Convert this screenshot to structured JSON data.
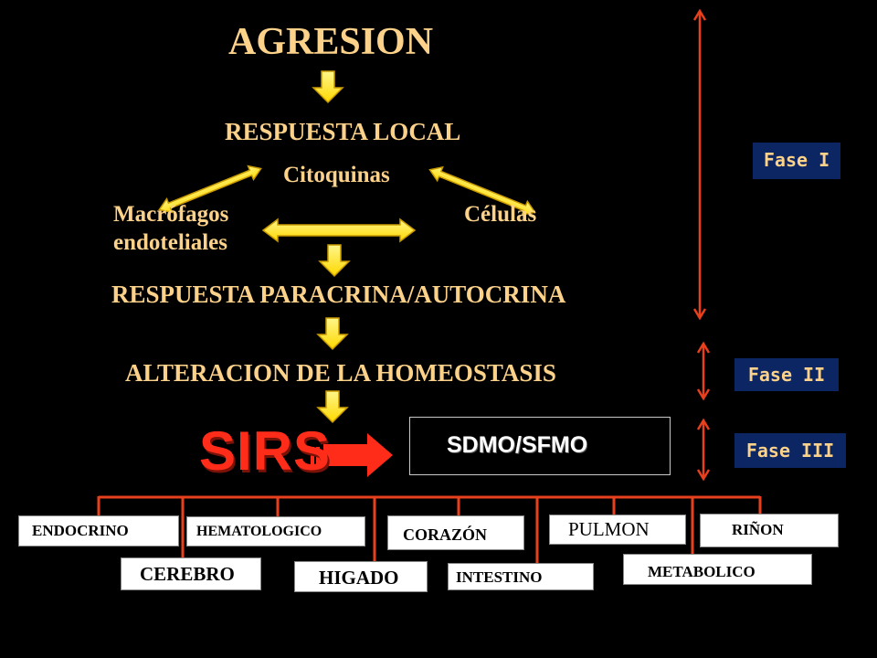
{
  "flow": {
    "agresion": "AGRESION",
    "respuesta_local": "RESPUESTA LOCAL",
    "citoquinas": "Citoquinas",
    "macrofagos": "Macrófagos",
    "celulas": "Células",
    "endoteliales": "endoteliales",
    "paracrina": "RESPUESTA PARACRINA/AUTOCRINA",
    "homeostasis": "ALTERACION DE LA HOMEOSTASIS",
    "sirs": "SIRS",
    "sdmo": "SDMO/SFMO"
  },
  "phases": {
    "fase1": "Fase I",
    "fase2": "Fase II",
    "fase3": "Fase III"
  },
  "organs": {
    "endocrino": "ENDOCRINO",
    "hematologico": "HEMATOLOGICO",
    "corazon": "CORAZÓN",
    "pulmon": "PULMON",
    "rinon": "RIÑON",
    "cerebro": "CEREBRO",
    "higado": "HIGADO",
    "intestino": "INTESTINO",
    "metabolico": "METABOLICO"
  },
  "colors": {
    "text": "#fcd28a",
    "arrow_fill": "#ffe000",
    "arrow_outline": "#d8a800",
    "line_red": "#e8401c",
    "sirs_fill": "#ff2c1a",
    "phase_bg": "#0c2563"
  }
}
